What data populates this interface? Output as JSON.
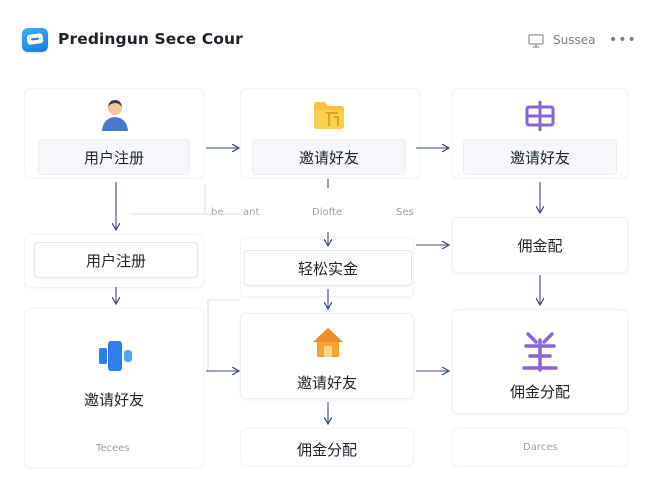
{
  "header": {
    "title": "Predingun Sece Cour",
    "user_label": "Sussea",
    "more_label": "•••",
    "logo_icon": "chat-bubble-icon",
    "monitor_icon": "monitor-icon"
  },
  "flow": {
    "row1": {
      "step1_label": "用户注册",
      "step2_label": "邀请好友",
      "step3_label": "邀请好友"
    },
    "middle_labels": {
      "left": "be",
      "left2": "ant",
      "center": "Diofte",
      "right": "Ses"
    },
    "row2": {
      "left_label": "用户注册",
      "center_label": "轻松实金",
      "right_label": "佣金配"
    },
    "row3": {
      "left_label": "邀请好友",
      "center_label": "邀请好友",
      "right_label": "佣金分配"
    },
    "row4": {
      "left_caption": "Tecees",
      "center_label": "佣金分配",
      "right_caption": "Darces"
    }
  },
  "colors": {
    "accent": "#3a4a7a",
    "logo": "#1a8ef0",
    "folder": "#f6c33a",
    "house": "#f3a536",
    "purple": "#8a64d6",
    "blue_device": "#2e7ef0"
  }
}
